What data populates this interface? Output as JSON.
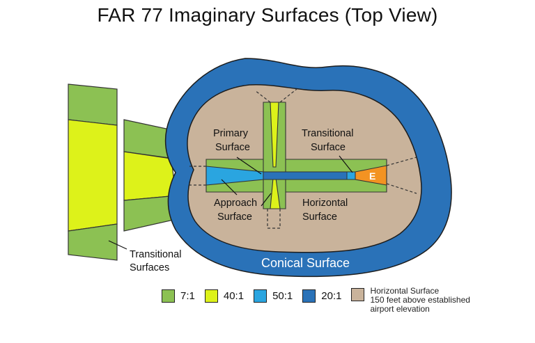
{
  "title": "FAR 77 Imaginary Surfaces (Top View)",
  "labels": {
    "primary_line1": "Primary",
    "primary_line2": "Surface",
    "transitional_line1": "Transitional",
    "transitional_line2": "Surface",
    "approach_line1": "Approach",
    "approach_line2": "Surface",
    "horizontal_line1": "Horizontal",
    "horizontal_line2": "Surface",
    "conical": "Conical Surface",
    "transitional_surfaces_line1": "Transitional",
    "transitional_surfaces_line2": "Surfaces",
    "runway_end": "E"
  },
  "legend": [
    {
      "label": "7:1",
      "color": "#8cc153"
    },
    {
      "label": "40:1",
      "color": "#ddf21a"
    },
    {
      "label": "50:1",
      "color": "#2aa5e0"
    },
    {
      "label": "20:1",
      "color": "#2a72b8"
    }
  ],
  "legend_horizontal": {
    "color": "#c9b39b",
    "line1": "Horizontal Surface",
    "line2": "150 feet above established",
    "line3": "airport elevation"
  },
  "colors": {
    "green": "#8cc153",
    "yellow": "#ddf21a",
    "light_blue": "#2aa5e0",
    "dark_blue": "#2a72b8",
    "tan": "#c9b39b",
    "orange": "#f39322"
  }
}
